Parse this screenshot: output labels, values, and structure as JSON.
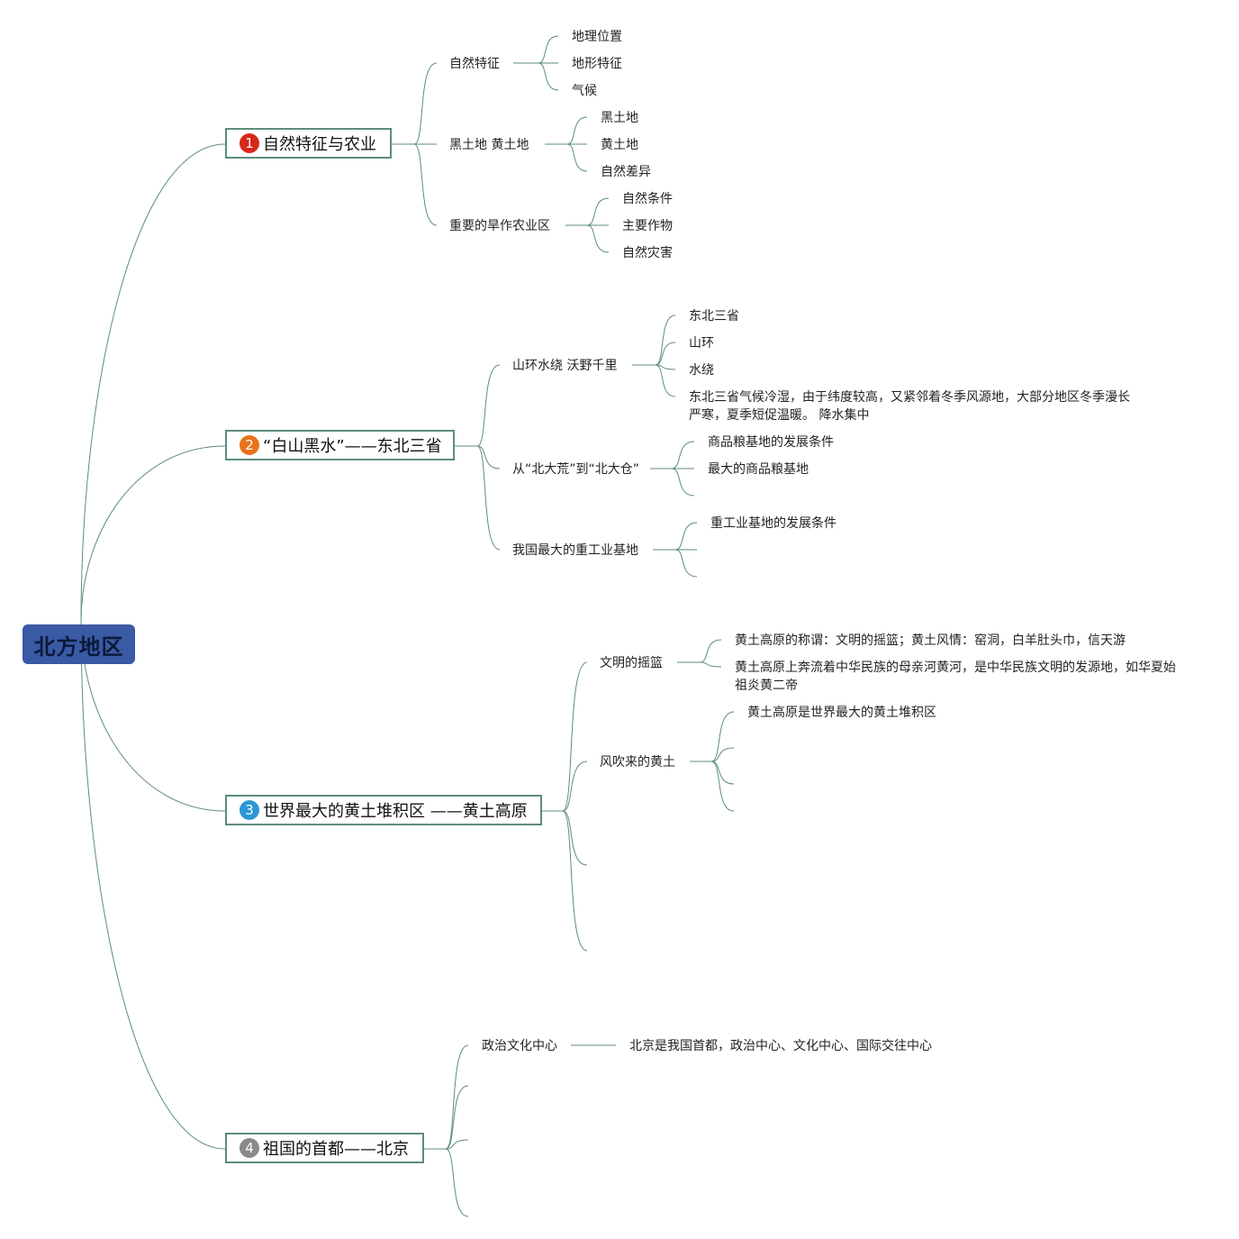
{
  "root": {
    "label": "北方地区"
  },
  "colors": {
    "root_fill": "#3a5aa6",
    "connector": "#5c8d7c",
    "badge_1": "#d8281a",
    "badge_2": "#e8731c",
    "badge_3": "#2c98d6",
    "badge_4": "#8a8a8a"
  },
  "topics": [
    {
      "number": "1",
      "label": "自然特征与农业",
      "subtopics": [
        {
          "label": "自然特征",
          "items": [
            "地理位置",
            "地形特征",
            "气候"
          ]
        },
        {
          "label": "黑土地 黄土地",
          "items": [
            "黑土地",
            "黄土地",
            "自然差异"
          ]
        },
        {
          "label": "重要的旱作农业区",
          "items": [
            "自然条件",
            "主要作物",
            "自然灾害"
          ]
        }
      ]
    },
    {
      "number": "2",
      "label": "“白山黑水”——东北三省",
      "subtopics": [
        {
          "label": "山环水绕 沃野千里",
          "items": [
            "东北三省",
            "山环",
            "水绕",
            "东北三省气候冷湿，由于纬度较高，又紧邻着冬季风源地，大部分地区冬季漫长严寒，夏季短促温暖。 降水集中"
          ]
        },
        {
          "label": "从“北大荒”到“北大仓”",
          "items": [
            "商品粮基地的发展条件",
            "最大的商品粮基地",
            ""
          ]
        },
        {
          "label": "我国最大的重工业基地",
          "items": [
            "重工业基地的发展条件",
            "",
            ""
          ]
        }
      ]
    },
    {
      "number": "3",
      "label": "世界最大的黄土堆积区 ——黄土高原",
      "subtopics": [
        {
          "label": "文明的摇篮",
          "items": [
            "黄土高原的称谓：文明的摇篮；黄土风情：窑洞，白羊肚头巾，信天游",
            "黄土高原上奔流着中华民族的母亲河黄河，是中华民族文明的发源地，如华夏始祖炎黄二帝"
          ]
        },
        {
          "label": "风吹来的黄土",
          "items": [
            "黄土高原是世界最大的黄土堆积区",
            "",
            "",
            ""
          ]
        },
        {
          "label": "",
          "items": []
        },
        {
          "label": "",
          "items": []
        }
      ]
    },
    {
      "number": "4",
      "label": "祖国的首都——北京",
      "subtopics": [
        {
          "label": "政治文化中心",
          "items": [
            "北京是我国首都，政治中心、文化中心、国际交往中心"
          ]
        },
        {
          "label": "",
          "items": []
        },
        {
          "label": "",
          "items": []
        },
        {
          "label": "",
          "items": []
        }
      ]
    }
  ]
}
